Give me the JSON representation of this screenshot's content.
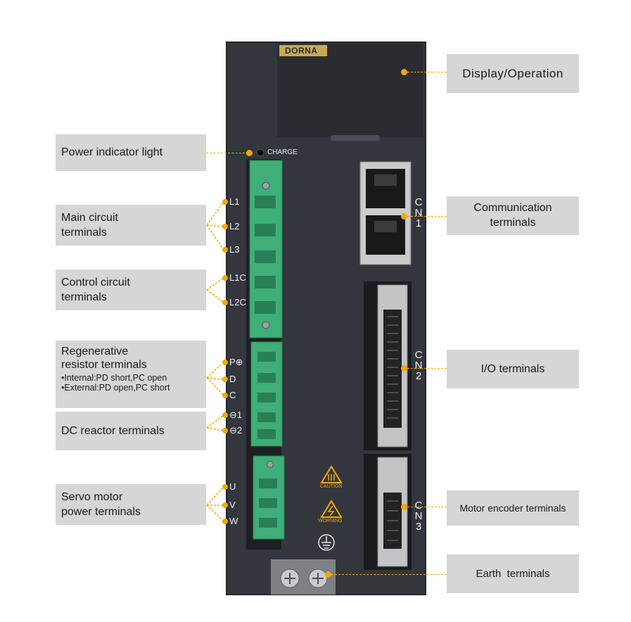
{
  "brand": "DORNA",
  "charge_label": "CHARGE",
  "callouts": {
    "display": "Display/Operation",
    "power_light": "Power indicator light",
    "main_circuit": "Main circuit\nterminals",
    "control_circuit": "Control circuit\nterminals",
    "regen_title": "Regenerative\nresistor terminals",
    "regen_internal": "•Internal:PD short,PC open",
    "regen_external": "•External:PD open,PC short",
    "dc_reactor": "DC reactor terminals",
    "servo_power": "Servo motor\npower terminals",
    "communication": "Communication\nterminals",
    "io": "I/O terminals",
    "encoder": "Motor encoder terminals",
    "earth": "Earth  terminals"
  },
  "terminal_labels": {
    "l1": "L1",
    "l2": "L2",
    "l3": "L3",
    "l1c": "L1C",
    "l2c": "L2C",
    "p": "P⊕",
    "d": "D",
    "c": "C",
    "n1": "⊖1",
    "n2": "⊖2",
    "u": "U",
    "v": "V",
    "w": "W"
  },
  "connectors": {
    "cn1": [
      "C",
      "N",
      "1"
    ],
    "cn2": [
      "C",
      "N",
      "2"
    ],
    "cn3": [
      "C",
      "N",
      "3"
    ]
  },
  "warnings": {
    "caution": "CAUTION",
    "warning": "WORNING"
  },
  "colors": {
    "accent": "#f5a800",
    "body": "#33363d",
    "terminal_green": "#3fae78",
    "label_bg": "#d6d6d6"
  }
}
